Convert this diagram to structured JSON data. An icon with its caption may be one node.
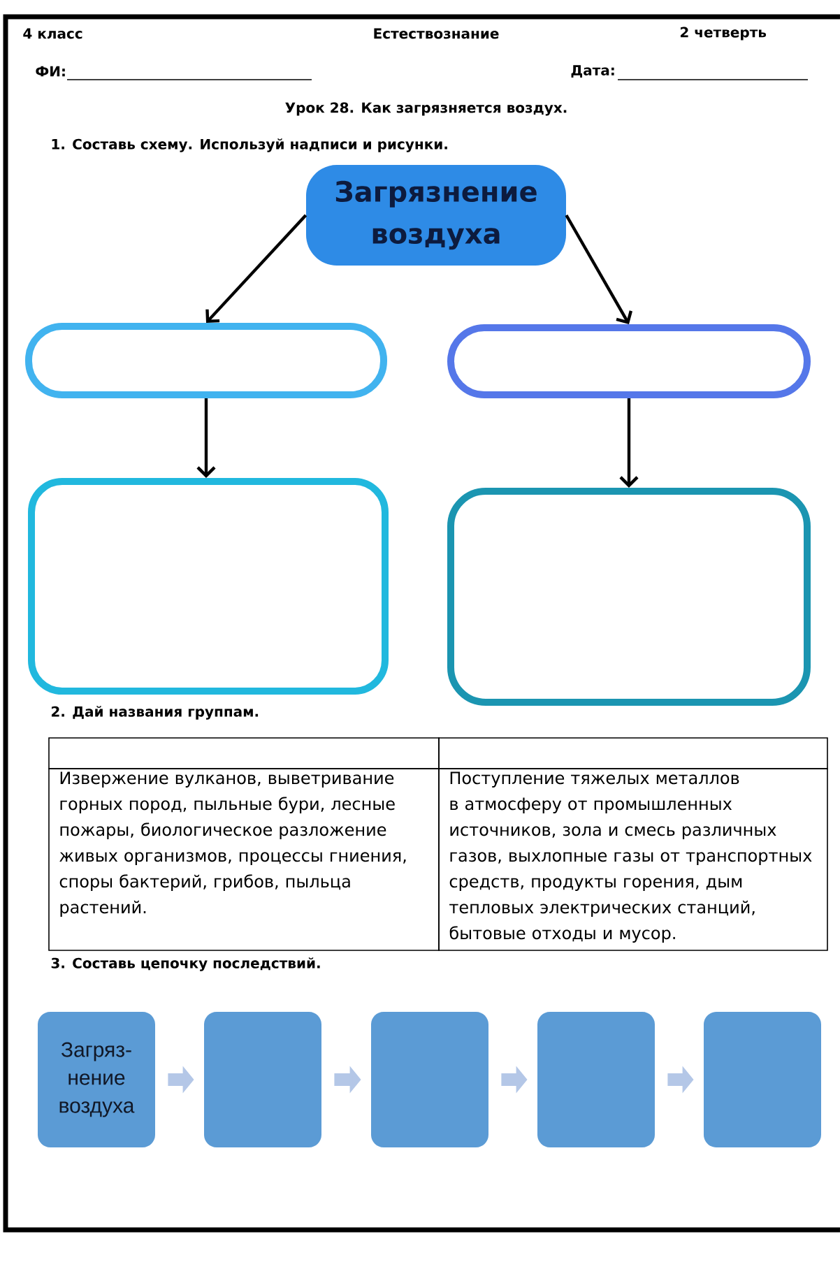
{
  "diagram": {
    "title": "Урок 28. Как загрязняется воздух.",
    "nodes": [
      {
        "text": [
          "Загрязнение воздуха"
        ]
      },
      {
        "text": [],
        "shape": "box"
      },
      {
        "text": [],
        "shape": "box"
      },
      {
        "text": [],
        "shape": "box"
      },
      {
        "text": [],
        "shape": "box"
      },
      {
        "text": [
          "Загряз- нение воздуха"
        ]
      },
      {
        "text": [],
        "shape": "box"
      },
      {
        "text": [],
        "shape": "box"
      },
      {
        "text": [],
        "shape": "box"
      },
      {
        "text": [],
        "shape": "box"
      }
    ],
    "edges": [
      {
        "from": 0,
        "to": 1,
        "arrow": "to"
      },
      {
        "from": 0,
        "to": 2,
        "arrow": "to"
      },
      {
        "from": 1,
        "to": 3,
        "arrow": "to"
      },
      {
        "from": 2,
        "to": 4,
        "arrow": "to"
      },
      {
        "from": 5,
        "to": 6,
        "arrow": "to",
        "style": "thick",
        "color": "#b4c7e7"
      },
      {
        "from": 6,
        "to": 7,
        "arrow": "to",
        "style": "thick",
        "color": "#b4c7e7"
      },
      {
        "from": 7,
        "to": 8,
        "arrow": "to",
        "style": "thick",
        "color": "#b4c7e7"
      },
      {
        "from": 8,
        "to": 9,
        "arrow": "to",
        "style": "thick",
        "color": "#b4c7e7"
      }
    ],
    "labels": [
      "4 класс",
      "Естествознание",
      "2 четверть",
      "ФИ:",
      "Дата:",
      "1. Составь схему. Используй надписи и рисунки.",
      "2. Дай названия группам.",
      "Извержение вулканов, выветривание горных пород, пыльные бури, лесные пожары, биологическое разложение живых организмов, процессы гниения, споры бактерий, грибов, пыльца растений.",
      "Поступление тяжелых металлов в атмосферу от промышленных источников, зола и смесь различных газов, выхлопные газы от транспортных средств, продукты горения, дым тепловых электрических станций, бытовые отходы и мусор.",
      "3. Составь цепочку последствий."
    ]
  }
}
